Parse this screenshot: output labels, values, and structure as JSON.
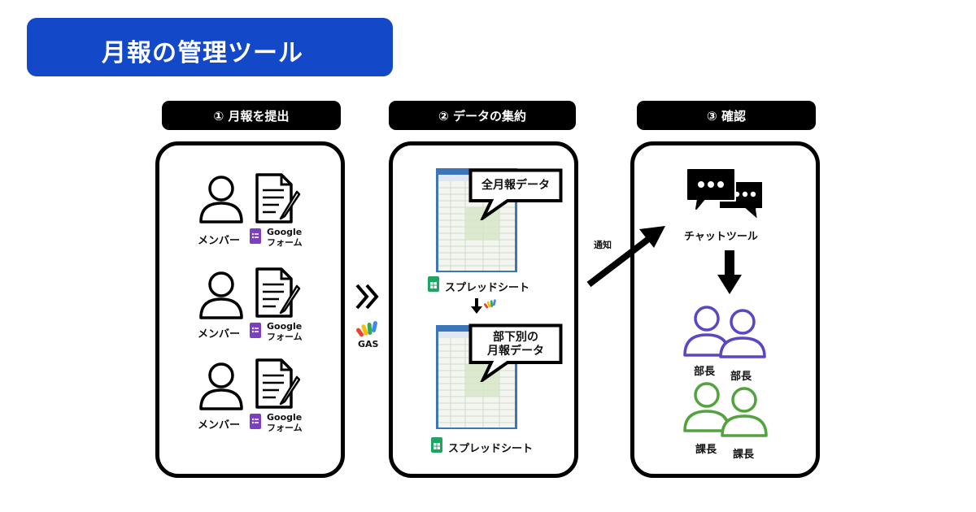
{
  "title": "月報の管理ツール",
  "steps": [
    {
      "label": "① 月報を提出"
    },
    {
      "label": "② データの集約"
    },
    {
      "label": "③ 確認"
    }
  ],
  "step1": {
    "rows": [
      {
        "member_label": "メンバー",
        "form_brand": "Google",
        "form_name": "フォーム"
      },
      {
        "member_label": "メンバー",
        "form_brand": "Google",
        "form_name": "フォーム"
      },
      {
        "member_label": "メンバー",
        "form_brand": "Google",
        "form_name": "フォーム"
      }
    ]
  },
  "gas_label": "GAS",
  "step2": {
    "top_bubble": "全月報データ",
    "top_sheet_label": "スプレッドシート",
    "bottom_bubble_line1": "部下別の",
    "bottom_bubble_line2": "月報データ",
    "bottom_sheet_label": "スプレッドシート"
  },
  "notify_label": "通知",
  "step3": {
    "chat_label": "チャットツール",
    "managers": [
      "部長",
      "部長"
    ],
    "section_chiefs": [
      "課長",
      "課長"
    ]
  },
  "colors": {
    "title_bg": "#1349c8",
    "manager": "#5b46c4",
    "chief": "#52a33e",
    "forms_purple": "#7b3fc2",
    "sheets_green": "#1fa463"
  }
}
